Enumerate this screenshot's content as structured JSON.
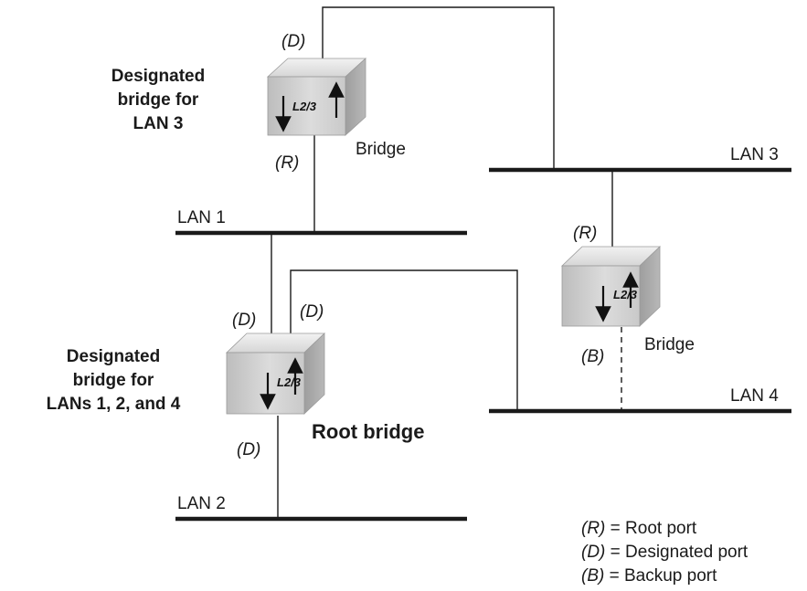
{
  "lans": {
    "lan1": "LAN 1",
    "lan2": "LAN 2",
    "lan3": "LAN 3",
    "lan4": "LAN 4"
  },
  "bridges": {
    "top": {
      "face_label": "L2/3",
      "name": "Bridge",
      "description_lines": [
        "Designated",
        "bridge for",
        "LAN 3"
      ],
      "upper_port": "(D)",
      "lower_port": "(R)"
    },
    "right": {
      "face_label": "L2/3",
      "name": "Bridge",
      "upper_port": "(R)",
      "lower_port": "(B)"
    },
    "root": {
      "face_label": "L2/3",
      "name": "Root bridge",
      "description_lines": [
        "Designated",
        "bridge for",
        "LANs 1, 2, and 4"
      ],
      "left_port": "(D)",
      "right_port": "(D)",
      "lower_port": "(D)"
    }
  },
  "legend": [
    {
      "abbr": "(R)",
      "text": " = Root port"
    },
    {
      "abbr": "(D)",
      "text": " = Designated port"
    },
    {
      "abbr": "(B)",
      "text": " = Backup port"
    }
  ]
}
